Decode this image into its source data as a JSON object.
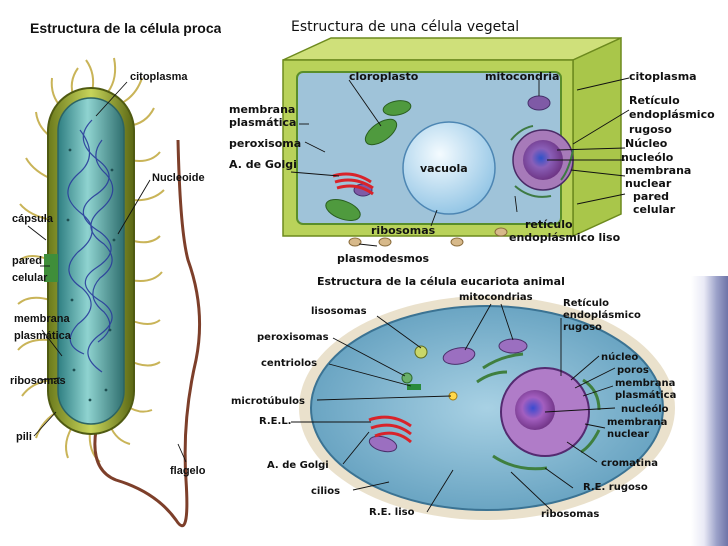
{
  "prokaryote": {
    "title": "Estructura de la célula procariota",
    "labels": {
      "cytoplasm": "citoplasma",
      "nucleoid": "Nucleoide",
      "capsule": "cápsula",
      "wall_1": "pared",
      "wall_2": "celular",
      "membrane_1": "membrana",
      "membrane_2": "plasmática",
      "ribosomes": "ribosomas",
      "pili": "pili",
      "flagellum": "flagelo"
    }
  },
  "plant": {
    "title": "Estructura de una célula vegetal",
    "labels": {
      "chloroplast": "cloroplasto",
      "mitochondria": "mitocondria",
      "cytoplasm": "citoplasma",
      "membrane_1": "membrana",
      "membrane_2": "plasmática",
      "rough_er_1": "Retículo",
      "rough_er_2": "endoplásmico",
      "rough_er_3": "rugoso",
      "peroxisome": "peroxisoma",
      "nucleus": "Núcleo",
      "nucleolus": "nucleólo",
      "golgi": "A. de Golgi",
      "vacuole": "vacuola",
      "nuclear_membrane_1": "membrana",
      "nuclear_membrane_2": "nuclear",
      "wall_1": "pared",
      "wall_2": "celular",
      "ribosomes": "ribosomas",
      "smooth_er_1": "retículo",
      "smooth_er_2": "endoplásmico liso",
      "plasmodesmata": "plasmodesmos"
    }
  },
  "animal": {
    "title": "Estructura de la célula eucariota animal",
    "labels": {
      "mitochondria": "mitocondrias",
      "lysosomes": "lisosomas",
      "rough_er_1": "Retículo",
      "rough_er_2": "endoplásmico",
      "rough_er_3": "rugoso",
      "peroxisomes": "peroxisomas",
      "centrioles": "centriolos",
      "nucleus": "núcleo",
      "pores": "poros",
      "membrane_1": "membrana",
      "membrane_2": "plasmática",
      "microtubules": "microtúbulos",
      "nucleolus": "nucleólo",
      "rel": "R.E.L.",
      "nuclear_membrane_1": "membrana",
      "nuclear_membrane_2": "nuclear",
      "chromatin": "cromatina",
      "golgi": "A. de Golgi",
      "rer": "R.E. rugoso",
      "cilia": "cilios",
      "smooth_er": "R.E. liso",
      "ribosomes": "ribosomas"
    }
  },
  "colors": {
    "plant_wall": "#b9d25a",
    "plant_cytoplasm": "#9fc3d9",
    "vacuole": "#cfe6f4",
    "chloroplast": "#4f9a3e",
    "golgi": "#d8232a",
    "nucleus": "#7a3f95",
    "animal_cytoplasm": "#8fc0d8",
    "bacterium_body": "#4f9c9c"
  }
}
